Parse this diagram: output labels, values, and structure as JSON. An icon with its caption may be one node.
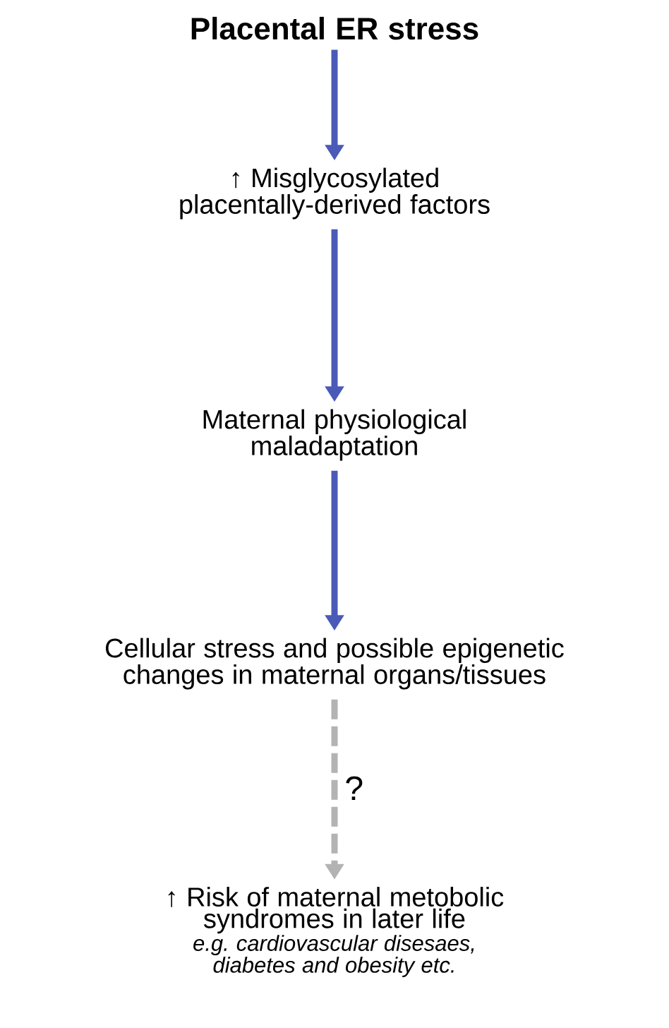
{
  "diagram": {
    "nodes": [
      {
        "text": [
          "Placental ER stress"
        ]
      },
      {
        "text": [
          "↑ Misglycosylated placentally-derived factors"
        ]
      },
      {
        "text": [
          "Maternal physiological maladaptation"
        ]
      },
      {
        "text": [
          "Cellular stress and possible epigenetic changes in maternal organs/tissues"
        ]
      },
      {
        "text": [
          "↑ Risk of maternal metobolic syndromes in later life",
          "e.g. cardiovascular disesaes, diabetes and obesity etc."
        ]
      }
    ],
    "edges": [
      {
        "from": 0,
        "to": 1,
        "arrow": "to"
      },
      {
        "from": 1,
        "to": 2,
        "arrow": "to"
      },
      {
        "from": 2,
        "to": 3,
        "arrow": "to"
      },
      {
        "from": 3,
        "to": 4,
        "arrow": "to",
        "label": "?",
        "style": "dashed",
        "color": "#b3b3b3"
      }
    ]
  }
}
